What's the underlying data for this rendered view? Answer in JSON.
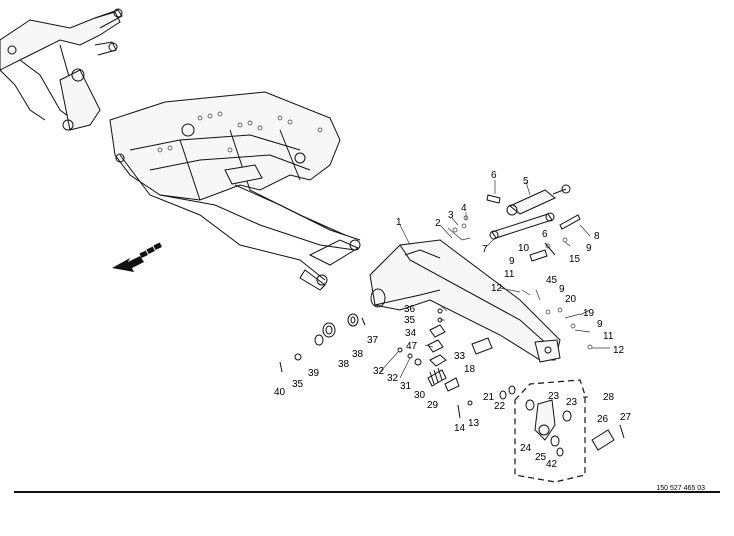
{
  "document": {
    "reference_number": "150 527 465 03"
  },
  "parts": [
    {
      "id": "1",
      "label": "1"
    },
    {
      "id": "2",
      "label": "2"
    },
    {
      "id": "3",
      "label": "3"
    },
    {
      "id": "4",
      "label": "4"
    },
    {
      "id": "5",
      "label": "5"
    },
    {
      "id": "6",
      "label": "6"
    },
    {
      "id": "6b",
      "label": "6"
    },
    {
      "id": "7",
      "label": "7"
    },
    {
      "id": "8",
      "label": "8"
    },
    {
      "id": "9a",
      "label": "9"
    },
    {
      "id": "9b",
      "label": "9"
    },
    {
      "id": "9c",
      "label": "9"
    },
    {
      "id": "9d",
      "label": "9"
    },
    {
      "id": "10",
      "label": "10"
    },
    {
      "id": "11a",
      "label": "11"
    },
    {
      "id": "11b",
      "label": "11"
    },
    {
      "id": "12a",
      "label": "12"
    },
    {
      "id": "12b",
      "label": "12"
    },
    {
      "id": "13",
      "label": "13"
    },
    {
      "id": "14",
      "label": "14"
    },
    {
      "id": "15",
      "label": "15"
    },
    {
      "id": "18",
      "label": "18"
    },
    {
      "id": "19",
      "label": "19"
    },
    {
      "id": "20",
      "label": "20"
    },
    {
      "id": "21",
      "label": "21"
    },
    {
      "id": "22",
      "label": "22"
    },
    {
      "id": "23a",
      "label": "23"
    },
    {
      "id": "23b",
      "label": "23"
    },
    {
      "id": "24",
      "label": "24"
    },
    {
      "id": "25",
      "label": "25"
    },
    {
      "id": "26",
      "label": "26"
    },
    {
      "id": "27",
      "label": "27"
    },
    {
      "id": "28",
      "label": "28"
    },
    {
      "id": "29",
      "label": "29"
    },
    {
      "id": "30",
      "label": "30"
    },
    {
      "id": "31",
      "label": "31"
    },
    {
      "id": "32a",
      "label": "32"
    },
    {
      "id": "32b",
      "label": "32"
    },
    {
      "id": "33",
      "label": "33"
    },
    {
      "id": "34",
      "label": "34"
    },
    {
      "id": "35a",
      "label": "35"
    },
    {
      "id": "35b",
      "label": "35"
    },
    {
      "id": "36",
      "label": "36"
    },
    {
      "id": "37",
      "label": "37"
    },
    {
      "id": "38a",
      "label": "38"
    },
    {
      "id": "38b",
      "label": "38"
    },
    {
      "id": "39",
      "label": "39"
    },
    {
      "id": "40",
      "label": "40"
    },
    {
      "id": "42",
      "label": "42"
    },
    {
      "id": "45",
      "label": "45"
    },
    {
      "id": "47",
      "label": "47"
    }
  ]
}
